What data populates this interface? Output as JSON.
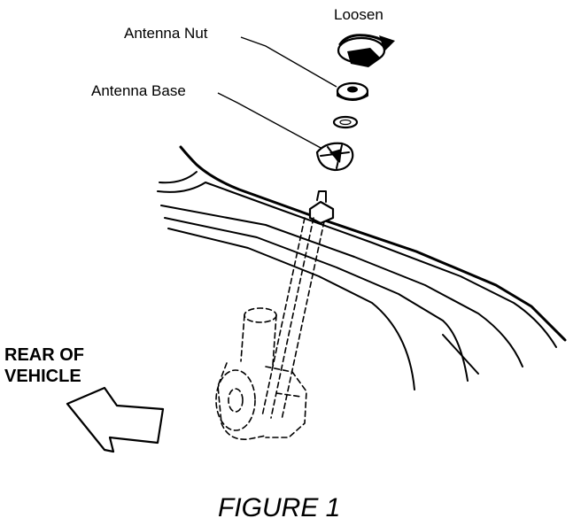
{
  "labels": {
    "loosen": "Loosen",
    "antenna_nut": "Antenna Nut",
    "antenna_base": "Antenna Base",
    "rear_line1": "REAR OF",
    "rear_line2": "VEHICLE",
    "figure": "FIGURE 1"
  }
}
